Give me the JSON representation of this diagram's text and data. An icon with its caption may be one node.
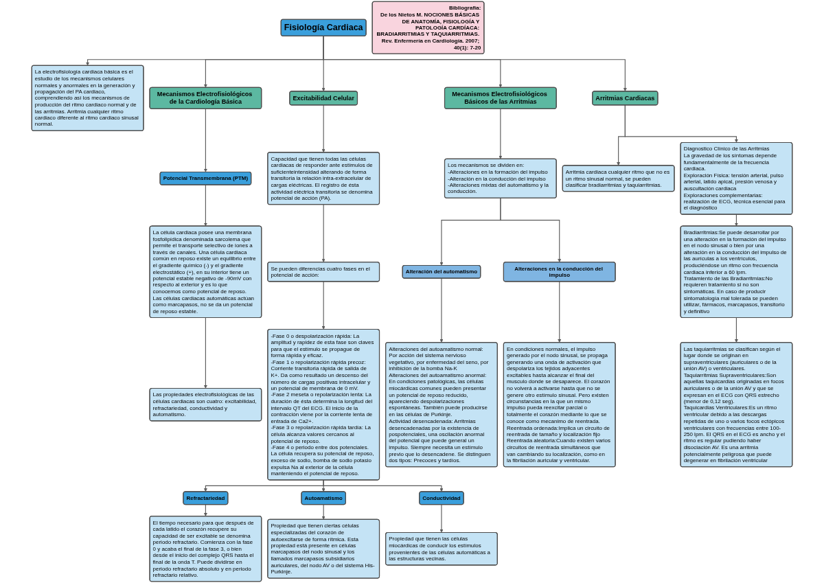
{
  "diagram": {
    "nodes": [
      {
        "text": [
          "Fisiología Cardiaca"
        ]
      },
      {
        "text": [
          "La electrofisiología cardiaca básica es el estudio de los mecanismos celulares normales y anormales en la generación y propagación del PA cardiaco, comprendiendo así los mecanismos de producción del ritmo cardiaco normal y de las arritmias. Arritmia cualquier ritmo cardiaco diferente al ritmo cardiaco sinusal normal."
        ]
      },
      {
        "text": [
          "Bibliografía:",
          "De los Nietos M. NOCIONES BÁSICAS DE ANATOMÍA, FISIOLOGÍA Y PATOLOGÍA CARDÍACA: BRADIARRITMIAS Y TAQUIARRITMIAS. Rev. Enfermería en Cardiología. 2007; 40(1): 7-20"
        ]
      },
      {
        "text": [
          "Mecanismos Electrofisiológicos de la Cardiología Básica"
        ]
      },
      {
        "text": [
          "Excitabilidad Celular"
        ]
      },
      {
        "text": [
          "Mecanismos Electrofisiológicos Básicos de las Arritmias"
        ]
      },
      {
        "text": [
          "Arritmias Cardiacas"
        ]
      },
      {
        "text": [
          "Arritmia cardiaca cualquier ritmo que no es un ritmo sinusal normal, se pueden clasificar bradiarritmias y taquiarritmias."
        ]
      },
      {
        "text": [
          "Potencial Transmembrana (PTM)"
        ]
      },
      {
        "text": [
          "Capacidad que tienen todas las células cardiacas de responder ante estímulos de suficienteintensidad alterando de forma transitoria la relación intra-extracelular de cargas eléctricas. El registro de ésta actividad eléctrica transitoria se denomina potencial de acción (PA)."
        ]
      },
      {
        "text": [
          "Los mecanismos se dividen en:",
          "-Alteraciones en la formación del impulso",
          "-Alteración en la conducción del impulso",
          "-Alteraciones mixtas del automatismo y la conducción."
        ]
      },
      {
        "text": [
          "Diagnostico Clínico de las Arritmias",
          "La gravedad de los síntomas depende fundamentalmente de la frecuencia cardiaca.",
          "Exploración Física: tensión arterial, pulso arterial, latido apical, presión venosa y auscultación cardiaca",
          "Exploraciones complementarias: realización de ECG, técnica esencial para el diagnóstico"
        ]
      },
      {
        "text": [
          "La célula cardiaca posee una membrana fosfolipídica denominada sarcolema que permite el transporte selectivo de iones a través de canales. Una célula cardiaca común en reposo existe un equilibrio entre el gradiente químico (-) y el gradiente electrostático (+), en su interior tiene un potencial estable negativo de -90mV con respecto al exterior y es lo que conocemos como potencial de reposo. Las células cardiacas automáticas actúan como marcapasos, no se da un potencial de reposo estable."
        ]
      },
      {
        "text": [
          "Se pueden diferencias cuatro fases en el potencial de acción:"
        ]
      },
      {
        "text": [
          "Alteración del automatismo"
        ]
      },
      {
        "text": [
          "Alteraciones en la conducción del impulso"
        ]
      },
      {
        "text": [
          "Alteraciones del autoamatismo normal: Por acción del sistema nervioso vegetativo, por enfermedad del seno, por inhibición de la bomba Na-K",
          "Alteraciones del autoamatismo anormal: En condiciones patológicas, las células miocárdicas comunes pueden presentar un potencial de reposo reducido, apareciendo despolarizaciones espontáneas. También puede producirse en las células de Purkinje.",
          "Actividad desencadenada: Arritmias desencadenadas por la existencia de pospotenciales, una oscilación anormal del potencial que puede general un impulso. Siempre necesita un estímulo previo que lo desencadene. Se distinguen dos tipos: Precoces y tardíos."
        ]
      },
      {
        "text": [
          "En condiciones normales, el impulso generado por el nodo sinusal, se propaga generando una onda de activación que despolariza los tejidos adyacentes excitables hasta alcanzar el final del musculo donde se desaparece. El corazón no volverá a activarse hasta que no se genere otro estímulo sinusal. Pero existen circunstancias en la que un mismo impulso pueda reexcitar parcial o totalmente el corazón mediante lo que se conoce como mecanimo de reentrada.",
          "Reentrada ordenada:Implica un circuito de reentrada de tamaño y localización fijo",
          "Reentrada aleatoria:Cuando existen varios circuitos de reentrada simultáneos que van cambiando su localización, como en la fibrilación auricular y ventricular."
        ]
      },
      {
        "text": [
          "Bradiarritmias:Se puede desarrollar por una alteración en la formación del impulso en el nodo sinusal o bien por una alteración en la conducción del impulso de las aurículas a los ventrículos, produciéndose un ritmo con frecuencia cardiaca inferior a 60 lpm.",
          "Tratamiento de las Bradiarritmias:No requieren tratamiento si no son sintomáticas. En caso de producir sintomatología mal tolerada se pueden utilizar, fármacos, marcapasos, transitorio y definitivo"
        ]
      },
      {
        "text": [
          "-Fase 0 o despolarización rápida: La amplitud y rapidez de esta fase son claves para que el estímulo se propague de forma rápida y eficaz.",
          "-Fase 1 o repolarización rápida precoz: Corriente transitoria rápida de salida de K+. Da como resultado un descenso del número de cargas positivas intracelular y un potencial de membrana de 0 mV.",
          "-Fase 2 meseta o repolarización lenta: La duración de ésta determina la longitud del intervalo QT del ECG. El inicio de la contracción viene por la corriente lenta de entrada de Ca2+.",
          "-Fase 3 o repolarización rápida tardía: La célula alcanza valores cercanos al potencial de reposo.",
          "-Fase 4 o periodo entre dos potenciales. La célula recupera su potencial de reposo, exceso de sodio, bomba de sodio potasio expulsa Na al exterior de la célula manteniendo el potencial de reposo."
        ]
      },
      {
        "text": [
          "Refractariedad"
        ]
      },
      {
        "text": [
          "El tiempo necesario para que después de cada latido el corazón recupere su capacidad de ser excitable se denomina periodo refractario. Comienza con la fase 0 y acaba el final de la fase 3, o bien desde el inicio del complejo QRS hasta el final de la onda T. Puede dividirse en periodo refractario absoluto y en periodo refractario relativo."
        ]
      },
      {
        "text": [
          "Las taquiarritmias se clasifican según el lugar donde se originan en supraventriculares (auriculares o de la unión AV) o ventriculares.",
          "Taquiarritmias Supraventriculares:Son aquellas taquicardias originadas en focos auriculares o de la unión AV y que se expresan en el ECG con QRS estrecho (menor de 0,12 seg).",
          "Taquicardias Ventriculares:Es un ritmo ventricular debido a las descargas repetidas de uno o varios focos ectópicos ventriculares con frecuencias entre 100-250 lpm. El QRS en el ECG es ancho y el ritmo es regular pudiendo haber disociación AV. Es una arritmia potencialmente peligrosa que puede degenerar en fibrilación ventricular"
        ]
      },
      {
        "text": [
          "Las propiedades electrofisiológicas de las células cardiacas son cuatro: excitabilidad, refractariedad, conductividad y automatismo."
        ]
      },
      {
        "text": [
          "Autoamatismo"
        ]
      },
      {
        "text": [
          "Propiedad que tienen ciertas células especializadas del corazón de autoexcitarse de forma rítmica. Esta propiedad está presente en células marcapasos del nodo sinusal y los llamados marcapasos subsidiarios auriculares, del nodo AV o del sistema His-Purkinje."
        ]
      },
      {
        "text": [
          "Conductividad"
        ]
      },
      {
        "text": [
          "Propiedad que tienen las células miocárdicas de conducir los estímulos provenientes de las células automáticas a las estructuras vecinas."
        ]
      }
    ],
    "edges": [
      {
        "from": 0,
        "to": 1,
        "arrow": "to"
      },
      {
        "from": 0,
        "to": 3,
        "arrow": "to"
      },
      {
        "from": 0,
        "to": 4,
        "arrow": "to"
      },
      {
        "from": 0,
        "to": 5,
        "arrow": "to"
      },
      {
        "from": 0,
        "to": 6,
        "arrow": "to"
      },
      {
        "from": 6,
        "to": 7,
        "arrow": "to"
      },
      {
        "from": 3,
        "to": 8,
        "arrow": "to"
      },
      {
        "from": 4,
        "to": 9,
        "arrow": "to"
      },
      {
        "from": 5,
        "to": 10,
        "arrow": "to"
      },
      {
        "from": 6,
        "to": 11,
        "arrow": "to"
      },
      {
        "from": 8,
        "to": 12,
        "arrow": "to"
      },
      {
        "from": 9,
        "to": 13,
        "arrow": "to"
      },
      {
        "from": 10,
        "to": 14,
        "arrow": "to"
      },
      {
        "from": 10,
        "to": 15,
        "arrow": "to"
      },
      {
        "from": 14,
        "to": 16,
        "arrow": "to"
      },
      {
        "from": 15,
        "to": 17,
        "arrow": "to"
      },
      {
        "from": 11,
        "to": 18,
        "arrow": "to"
      },
      {
        "from": 13,
        "to": 19,
        "arrow": "to"
      },
      {
        "from": 19,
        "to": 20,
        "arrow": "to"
      },
      {
        "from": 20,
        "to": 21,
        "arrow": "to"
      },
      {
        "from": 18,
        "to": 22,
        "arrow": "to"
      },
      {
        "from": 12,
        "to": 23,
        "arrow": "to"
      },
      {
        "from": 19,
        "to": 24,
        "arrow": "to"
      },
      {
        "from": 24,
        "to": 25,
        "arrow": "to"
      },
      {
        "from": 19,
        "to": 26,
        "arrow": "to"
      },
      {
        "from": 26,
        "to": 27,
        "arrow": "to"
      }
    ]
  }
}
